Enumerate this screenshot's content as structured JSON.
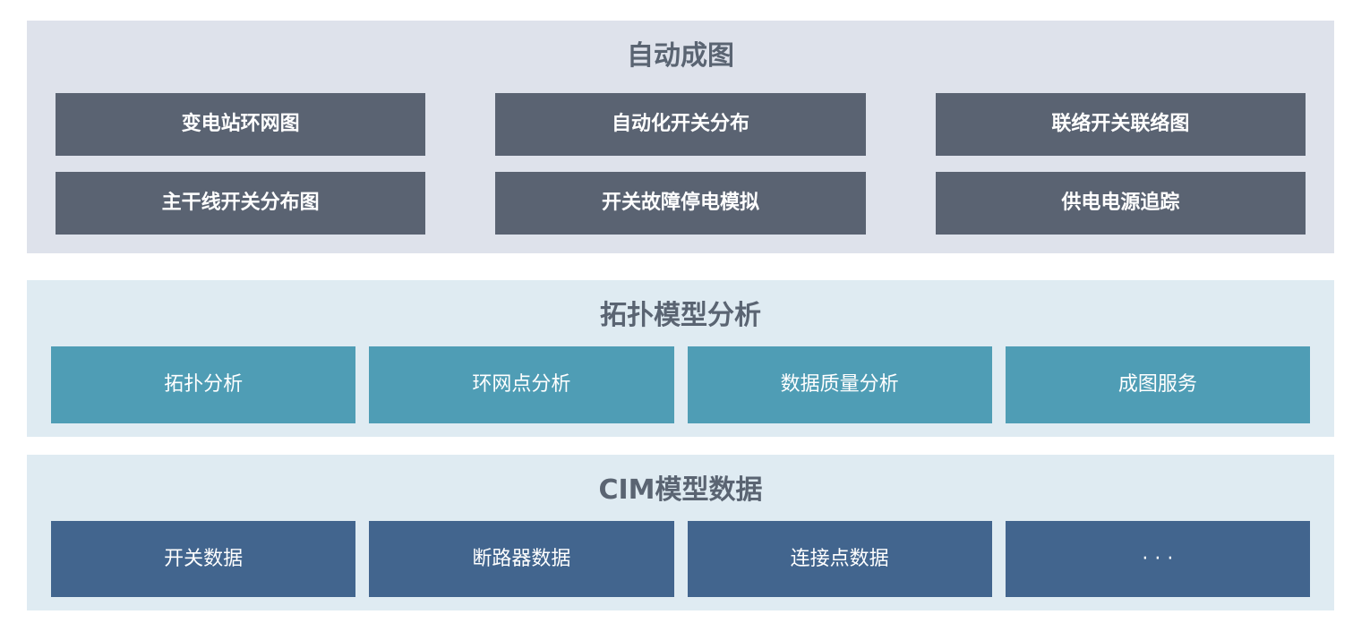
{
  "colors": {
    "page-bg": "#ffffff",
    "layer1-bg": "#dee2eb",
    "layer1-block": "#5a6372",
    "layer2-bg": "#dfebf2",
    "layer2-block": "#4f9db5",
    "layer3-bg": "#dfebf2",
    "layer3-block": "#42658e",
    "title-color": "#5a6472",
    "block-text": "#ffffff"
  },
  "sections": [
    {
      "title": "自动成图",
      "items": [
        "变电站环网图",
        "自动化开关分布",
        "联络开关联络图",
        "主干线开关分布图",
        "开关故障停电模拟",
        "供电电源追踪"
      ]
    },
    {
      "title": "拓扑模型分析",
      "items": [
        "拓扑分析",
        "环网点分析",
        "数据质量分析",
        "成图服务"
      ]
    },
    {
      "title": "CIM模型数据",
      "items": [
        "开关数据",
        "断路器数据",
        "连接点数据",
        "· · ·"
      ]
    }
  ]
}
